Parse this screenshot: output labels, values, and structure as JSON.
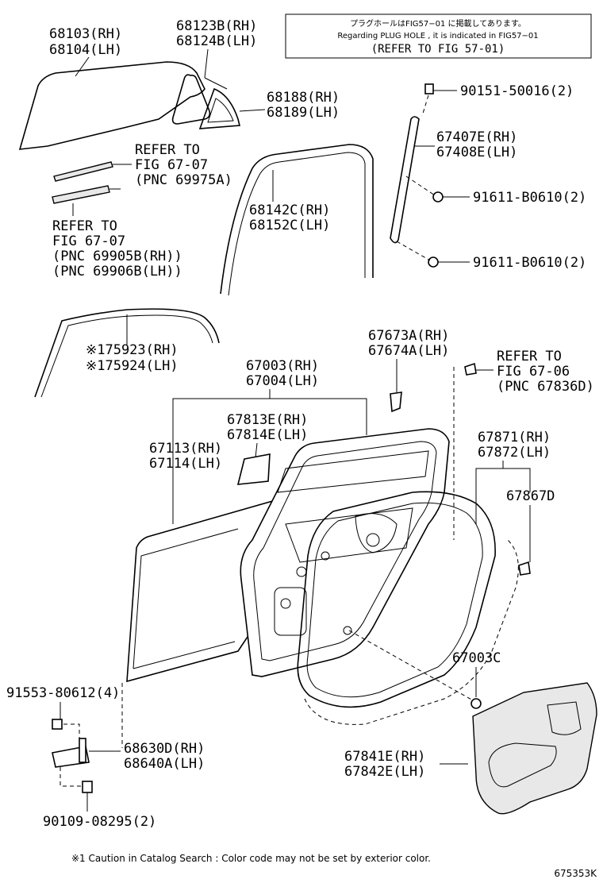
{
  "note_box": {
    "line1": "プラグホールはFIG57−01 に掲載してあります。",
    "line2": "Regarding PLUG HOLE , it is indicated in FIG57−01",
    "line3": "(REFER TO FIG 57-01)"
  },
  "labels": {
    "p68103": "68103(RH)",
    "p68104": "68104(LH)",
    "p68123B": "68123B(RH)",
    "p68124B": "68124B(LH)",
    "p68188": "68188(RH)",
    "p68189": "68189(LH)",
    "p90151": "90151-50016(2)",
    "p67407E": "67407E(RH)",
    "p67408E": "67408E(LH)",
    "p91611a": "91611-B0610(2)",
    "p91611b": "91611-B0610(2)",
    "refer1_a": "REFER TO",
    "refer1_b": "FIG 67-07",
    "refer1_c": "(PNC 69975A)",
    "refer2_a": "REFER TO",
    "refer2_b": "FIG 67-07",
    "refer2_c": "(PNC 69905B(RH))",
    "refer2_d": "(PNC 69906B(LH))",
    "p68142C": "68142C(RH)",
    "p68152C": "68152C(LH)",
    "p75923": "※175923(RH)",
    "p75924": "※175924(LH)",
    "p67673A": "67673A(RH)",
    "p67674A": "67674A(LH)",
    "refer3_a": "REFER TO",
    "refer3_b": "FIG 67-06",
    "refer3_c": "(PNC 67836D)",
    "p67003": "67003(RH)",
    "p67004": "67004(LH)",
    "p67813E": "67813E(RH)",
    "p67814E": "67814E(LH)",
    "p67113": "67113(RH)",
    "p67114": "67114(LH)",
    "p67871": "67871(RH)",
    "p67872": "67872(LH)",
    "p67867D": "67867D",
    "p67003C": "67003C",
    "p91553": "91553-80612(4)",
    "p68630D": "68630D(RH)",
    "p68640A": "68640A(LH)",
    "p67841E": "67841E(RH)",
    "p67842E": "67842E(LH)",
    "p90109": "90109-08295(2)"
  },
  "footnote": "※1 Caution in Catalog Search : Color code may not be set by exterior color.",
  "figure_id": "675353K"
}
